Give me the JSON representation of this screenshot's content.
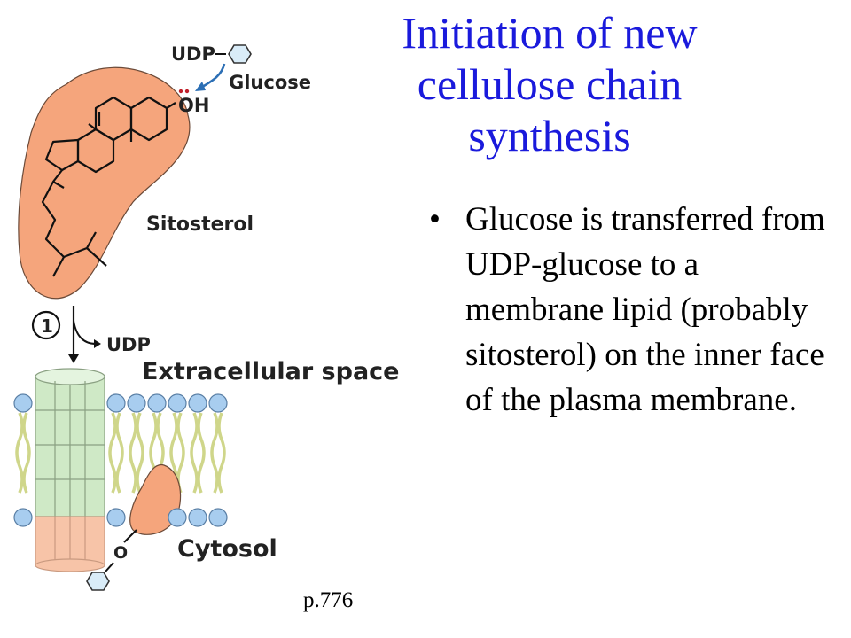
{
  "title": "Initiation of new cellulose chain synthesis",
  "bullets": [
    "Glucose is transferred from UDP-glucose to a membrane lipid (probably sitosterol) on the inner face of the plasma membrane."
  ],
  "bullet_symbol": "•",
  "page_ref": "p.776",
  "figure": {
    "labels": {
      "udp_top": "UDP",
      "glucose": "Glucose",
      "oh": "OH",
      "sitosterol": "Sitosterol",
      "step_number": "1",
      "udp_released": "UDP",
      "extracellular": "Extracellular space",
      "cytosol": "Cytosol",
      "oxygen": "O"
    }
  },
  "colors": {
    "title": "#1a1adc",
    "sitosterol_blob": "#f5a57c",
    "lipid_head": "#a8cdef",
    "lipid_tail": "#dde39a",
    "synthase_green": "#cfe9c6",
    "synthase_pink": "#f7c4a8",
    "glucose_hex": "#d9ecf8",
    "arrow_blue": "#2c6fb5",
    "lone_pair_red": "#c0202a"
  }
}
